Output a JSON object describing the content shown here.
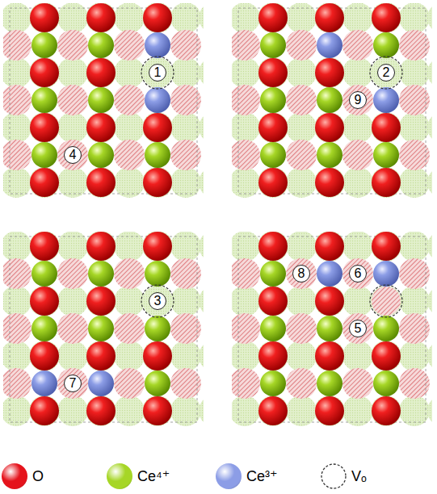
{
  "diagram": {
    "labels": [
      "1",
      "4",
      "2",
      "9",
      "3",
      "7",
      "8",
      "6",
      "5"
    ],
    "legend": [
      {
        "text": "O",
        "color": "#e5131c"
      },
      {
        "text": "Ce⁴⁺",
        "color": "#a6d626"
      },
      {
        "text": "Ce³⁺",
        "color": "#8c9de6"
      },
      {
        "text": "Vₒ"
      }
    ]
  }
}
